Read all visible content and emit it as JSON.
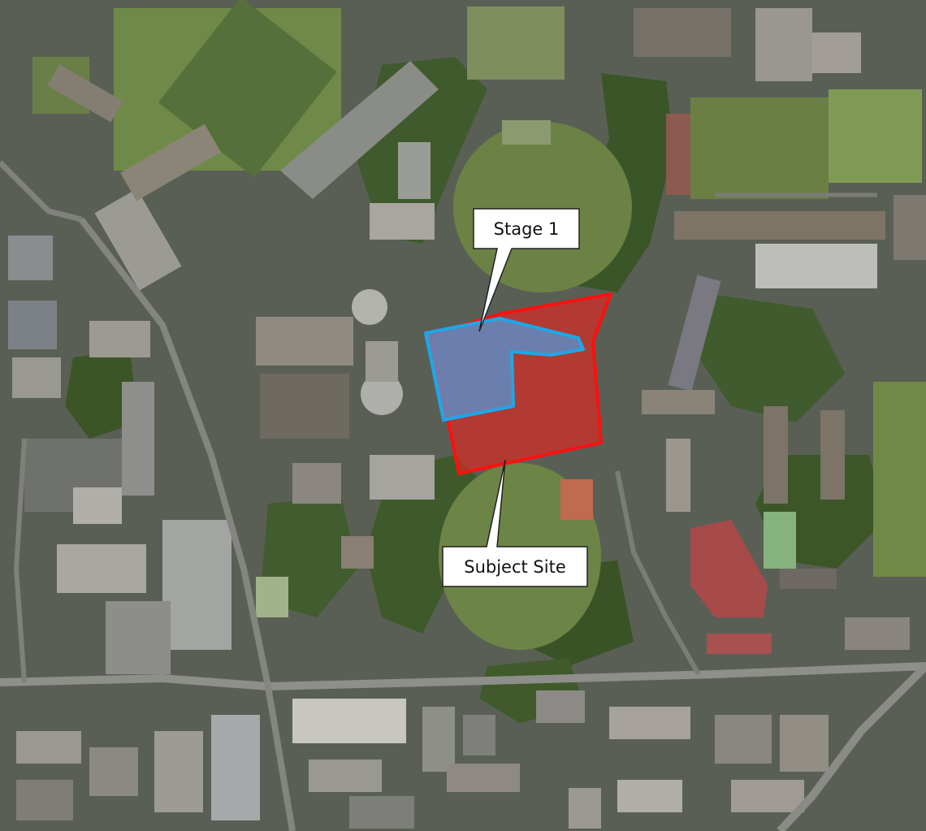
{
  "map": {
    "basemap": "aerial-photograph",
    "colors": {
      "subject_site_fill": "#e8231d",
      "subject_site_outline": "#ff1010",
      "stage_fill": "#5b8fc9",
      "stage_outline": "#1ea7e8",
      "callout_fill": "#ffffff",
      "callout_outline": "#222222"
    },
    "labels": {
      "stage": "Stage 1",
      "subject_site": "Subject Site"
    }
  }
}
